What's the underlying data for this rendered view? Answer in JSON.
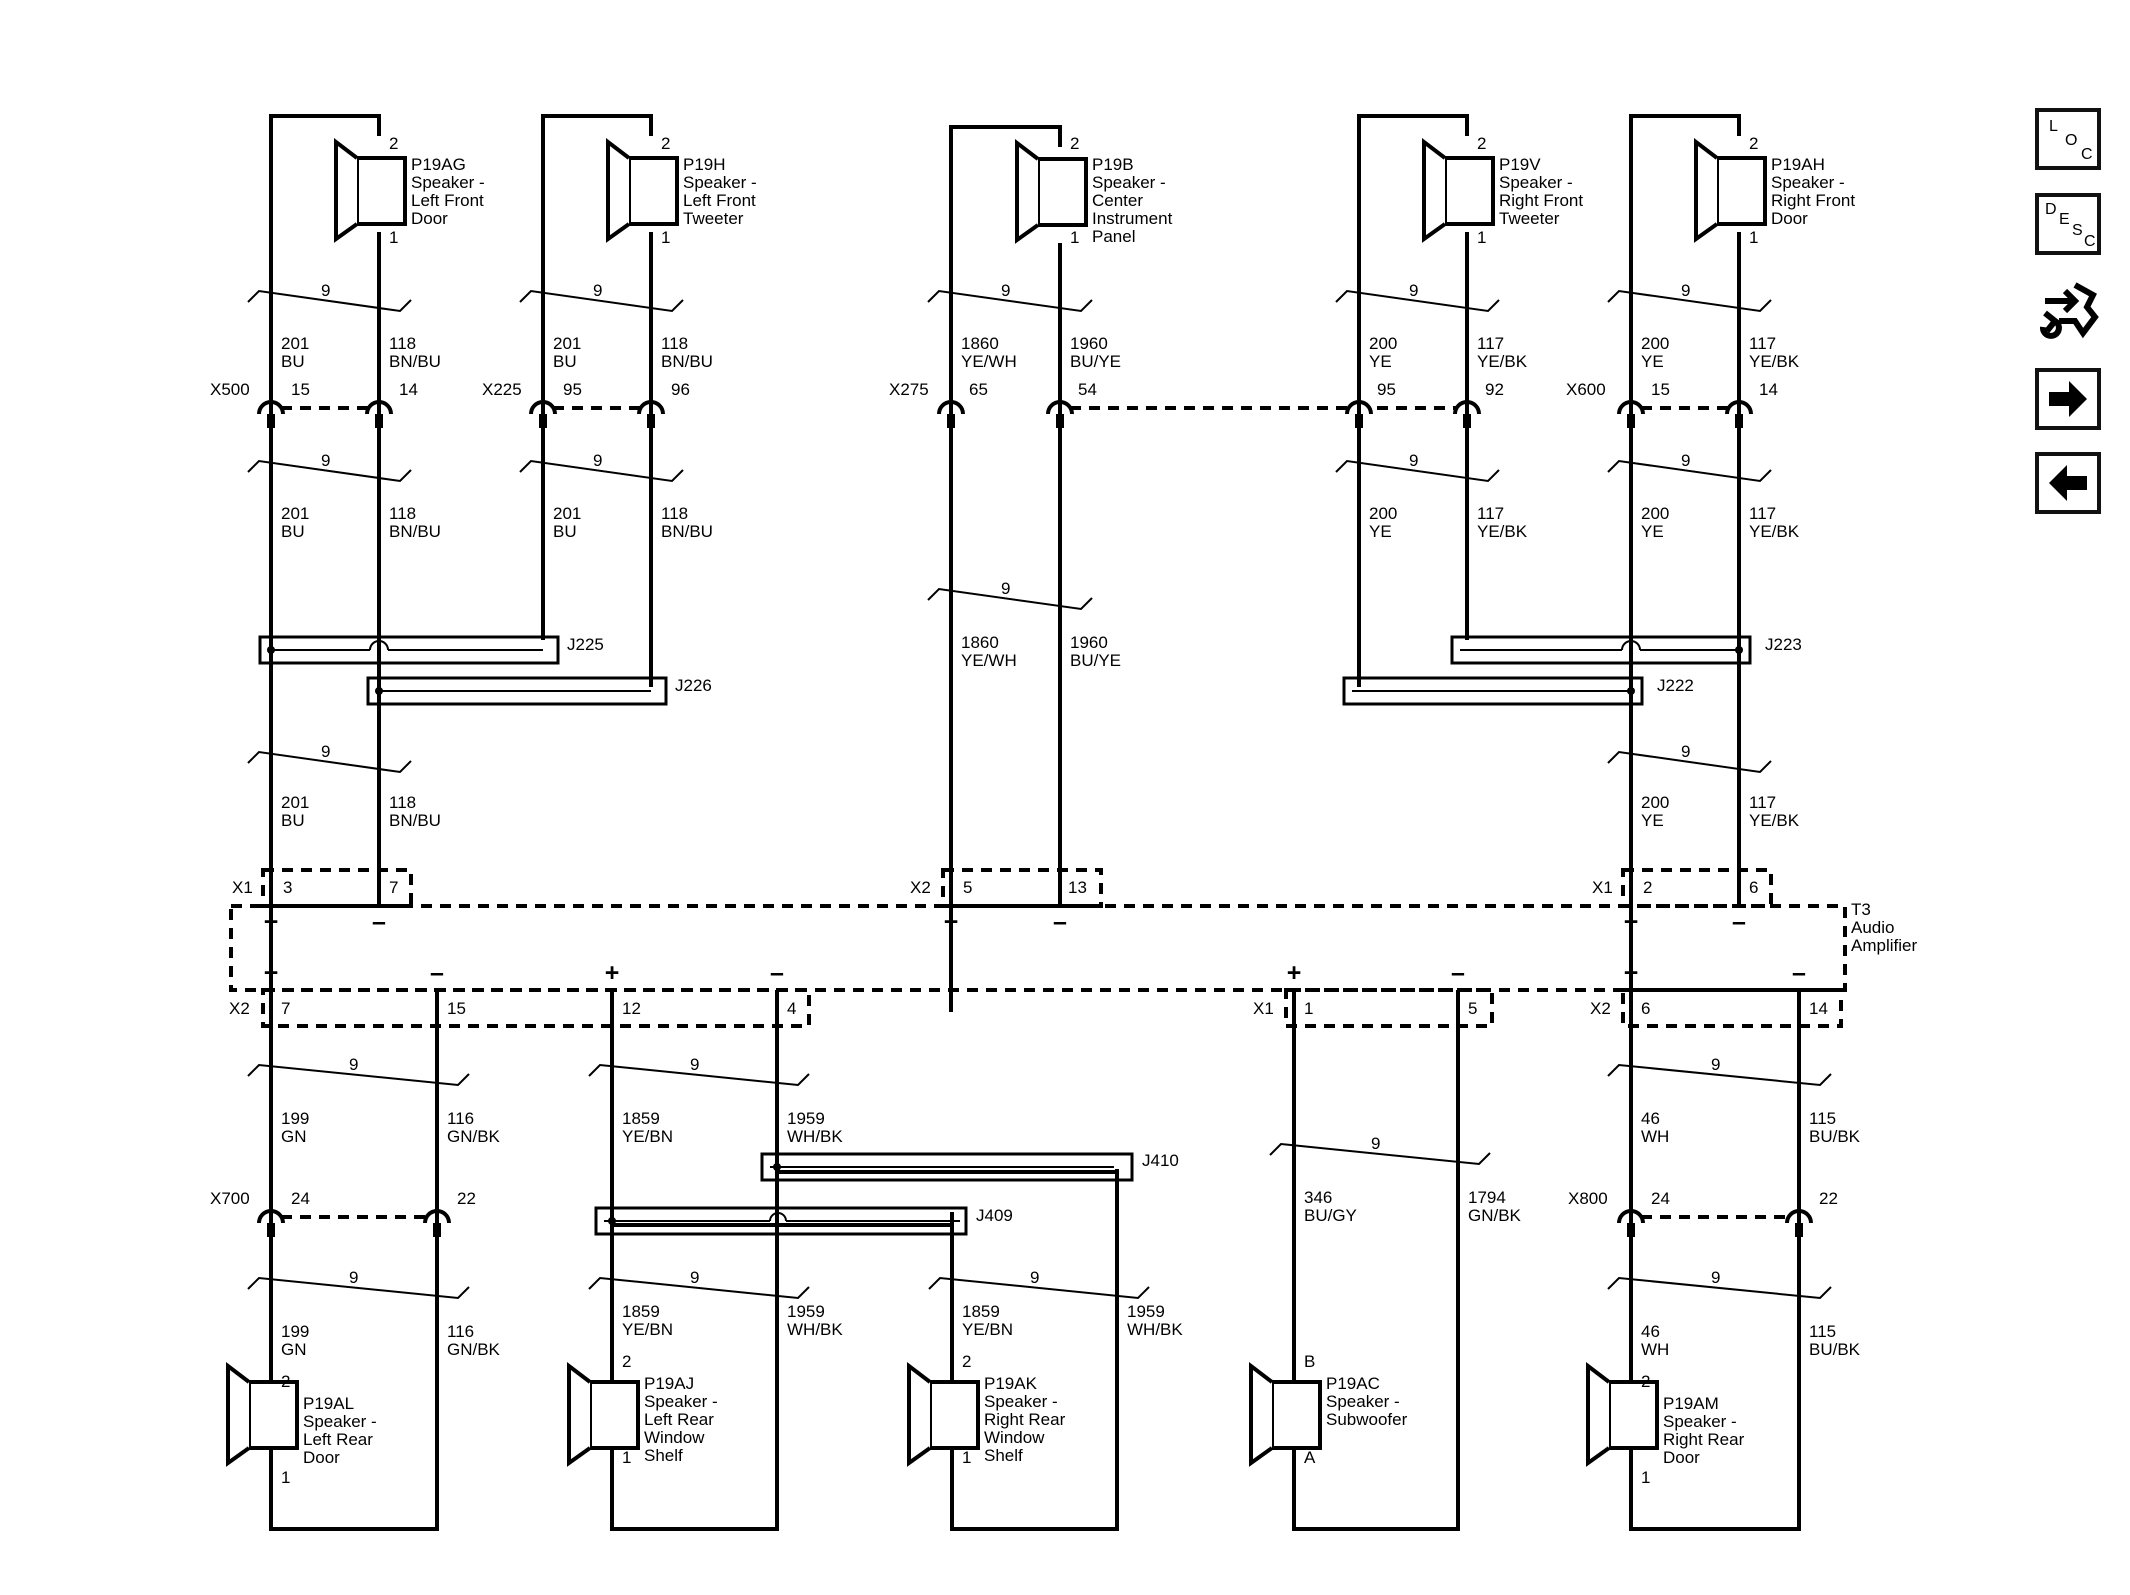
{
  "speakers": {
    "P19AG": {
      "id": "P19AG",
      "label": [
        "Speaker -",
        "Left Front",
        "Door"
      ],
      "pins": [
        "2",
        "1"
      ]
    },
    "P19H": {
      "id": "P19H",
      "label": [
        "Speaker -",
        "Left Front",
        "Tweeter"
      ],
      "pins": [
        "2",
        "1"
      ]
    },
    "P19B": {
      "id": "P19B",
      "label": [
        "Speaker -",
        "Center",
        "Instrument",
        "Panel"
      ],
      "pins": [
        "2",
        "1"
      ]
    },
    "P19V": {
      "id": "P19V",
      "label": [
        "Speaker -",
        "Right Front",
        "Tweeter"
      ],
      "pins": [
        "2",
        "1"
      ]
    },
    "P19AH": {
      "id": "P19AH",
      "label": [
        "Speaker -",
        "Right Front",
        "Door"
      ],
      "pins": [
        "2",
        "1"
      ]
    },
    "P19AL": {
      "id": "P19AL",
      "label": [
        "Speaker -",
        "Left Rear",
        "Door"
      ],
      "pins": [
        "2",
        "1"
      ]
    },
    "P19AJ": {
      "id": "P19AJ",
      "label": [
        "Speaker -",
        "Left Rear",
        "Window",
        "Shelf"
      ],
      "pins": [
        "2",
        "1"
      ]
    },
    "P19AK": {
      "id": "P19AK",
      "label": [
        "Speaker -",
        "Right Rear",
        "Window",
        "Shelf"
      ],
      "pins": [
        "2",
        "1"
      ]
    },
    "P19AC": {
      "id": "P19AC",
      "label": [
        "Speaker -",
        "Subwoofer"
      ],
      "pins": [
        "B",
        "A"
      ]
    },
    "P19AM": {
      "id": "P19AM",
      "label": [
        "Speaker -",
        "Right Rear",
        "Door"
      ],
      "pins": [
        "2",
        "1"
      ]
    }
  },
  "twist_count": "9",
  "wires": {
    "c201": "201",
    "bu": "BU",
    "c118": "118",
    "bnbu": "BN/BU",
    "c1860": "1860",
    "yewh": "YE/WH",
    "c1960": "1960",
    "buye": "BU/YE",
    "c200": "200",
    "ye": "YE",
    "c117": "117",
    "yebk": "YE/BK",
    "c199": "199",
    "gn": "GN",
    "c116": "116",
    "gnbk": "GN/BK",
    "c1859": "1859",
    "yebn": "YE/BN",
    "c1959": "1959",
    "whbk": "WH/BK",
    "c346": "346",
    "bugy": "BU/GY",
    "c1794": "1794",
    "gnbk2": "GN/BK",
    "c46": "46",
    "wh": "WH",
    "c115": "115",
    "bubk": "BU/BK"
  },
  "connectors": {
    "X500": {
      "name": "X500",
      "pins": [
        "15",
        "14"
      ]
    },
    "X225": {
      "name": "X225",
      "pins": [
        "95",
        "96"
      ]
    },
    "X275": {
      "name": "X275",
      "pins": [
        "65",
        "54",
        "95",
        "92"
      ]
    },
    "X600": {
      "name": "X600",
      "pins": [
        "15",
        "14"
      ]
    },
    "X700": {
      "name": "X700",
      "pins": [
        "24",
        "22"
      ]
    },
    "X800": {
      "name": "X800",
      "pins": [
        "24",
        "22"
      ]
    }
  },
  "amp_connectors": {
    "top_left": {
      "name": "X1",
      "pins": [
        "3",
        "7"
      ]
    },
    "top_center": {
      "name": "X2",
      "pins": [
        "5",
        "13"
      ]
    },
    "top_right": {
      "name": "X1",
      "pins": [
        "2",
        "6"
      ]
    },
    "bot_left": {
      "name": "X2",
      "pins": [
        "7",
        "15",
        "12",
        "4"
      ]
    },
    "bot_center": {
      "name": "X1",
      "pins": [
        "1",
        "5"
      ]
    },
    "bot_right": {
      "name": "X2",
      "pins": [
        "6",
        "14"
      ]
    }
  },
  "splices": {
    "J225": "J225",
    "J226": "J226",
    "J222": "J222",
    "J223": "J223",
    "J410": "J410",
    "J409": "J409"
  },
  "amplifier": {
    "id": "T3",
    "label": [
      "Audio",
      "Amplifier"
    ]
  },
  "polarity": {
    "plus": "+",
    "minus": "–"
  },
  "nav": {
    "loc": [
      "L",
      "O",
      "C"
    ],
    "desc": [
      "D",
      "E",
      "S",
      "C"
    ],
    "icons": [
      "connector-tool-icon",
      "arrow-right-icon",
      "arrow-left-icon"
    ]
  }
}
